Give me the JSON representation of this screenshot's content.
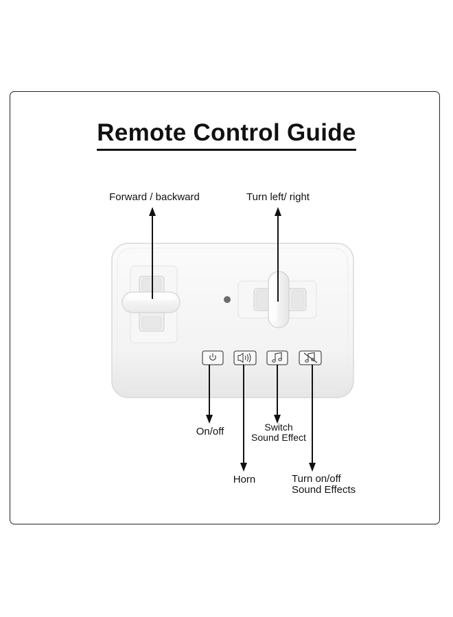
{
  "title": "Remote Control Guide",
  "labels": {
    "forward_backward": "Forward / backward",
    "turn_left_right": "Turn left/ right",
    "on_off": "On/off",
    "horn": "Horn",
    "switch_sound_line1": "Switch",
    "switch_sound_line2": "Sound Effect",
    "toggle_sound_line1": "Turn on/off",
    "toggle_sound_line2": "Sound Effects"
  },
  "buttons": [
    {
      "name": "power",
      "icon": "power-icon"
    },
    {
      "name": "horn",
      "icon": "speaker-icon"
    },
    {
      "name": "switch-sound",
      "icon": "music-note-icon"
    },
    {
      "name": "sound-toggle",
      "icon": "music-note-off-icon"
    }
  ],
  "colors": {
    "arrow": "#111111",
    "device_body": "#f4f4f4",
    "device_edge": "#d8d8d8",
    "indicator": "#6b6b6b"
  }
}
